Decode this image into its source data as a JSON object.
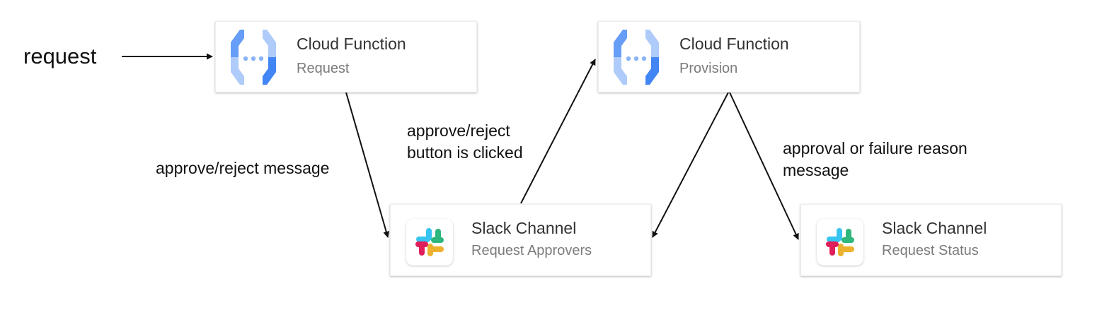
{
  "entry": {
    "label": "request"
  },
  "nodes": {
    "cf_request": {
      "title": "Cloud Function",
      "subtitle": "Request"
    },
    "cf_provision": {
      "title": "Cloud Function",
      "subtitle": "Provision"
    },
    "slack_approvers": {
      "title": "Slack Channel",
      "subtitle": "Request Approvers"
    },
    "slack_status": {
      "title": "Slack Channel",
      "subtitle": "Request Status"
    }
  },
  "edges": {
    "approve_reject_message": [
      "approve/reject message"
    ],
    "button_clicked": [
      "approve/reject",
      "button is clicked"
    ],
    "approval_failure": [
      "approval or failure reason",
      "message"
    ]
  },
  "colors": {
    "cloud_function_blue": "#4285f4",
    "cloud_function_light": "#aecbfa",
    "slack_red": "#e01e5a",
    "slack_blue": "#36c5f0",
    "slack_green": "#2eb67d",
    "slack_yellow": "#ecb22e",
    "arrow": "#111111"
  }
}
